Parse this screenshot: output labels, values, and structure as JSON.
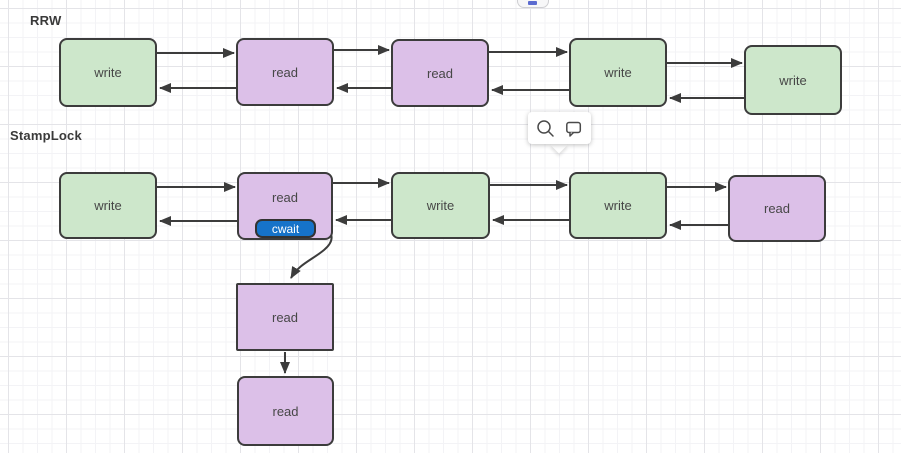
{
  "rrw": {
    "title": "RRW",
    "nodes": [
      {
        "label": "write",
        "type": "write"
      },
      {
        "label": "read",
        "type": "read"
      },
      {
        "label": "read",
        "type": "read"
      },
      {
        "label": "write",
        "type": "write"
      },
      {
        "label": "write",
        "type": "write"
      }
    ]
  },
  "stamplock": {
    "title": "StampLock",
    "nodes": [
      {
        "label": "write",
        "type": "write"
      },
      {
        "label": "read",
        "type": "read"
      },
      {
        "label": "write",
        "type": "write"
      },
      {
        "label": "write",
        "type": "write"
      },
      {
        "label": "read",
        "type": "read"
      }
    ],
    "cwait": {
      "label": "cwait"
    },
    "chain": [
      {
        "label": "read",
        "type": "read"
      },
      {
        "label": "read",
        "type": "read"
      }
    ]
  },
  "tooltip": {
    "icons": [
      "zoom",
      "comment"
    ]
  },
  "colors": {
    "write_fill": "#cde7cb",
    "read_fill": "#dcc0e8",
    "cwait_fill": "#1673c9",
    "stroke": "#3c3c3c",
    "grid_minor": "#f3f3f6",
    "grid_major": "#e4e4e8"
  }
}
